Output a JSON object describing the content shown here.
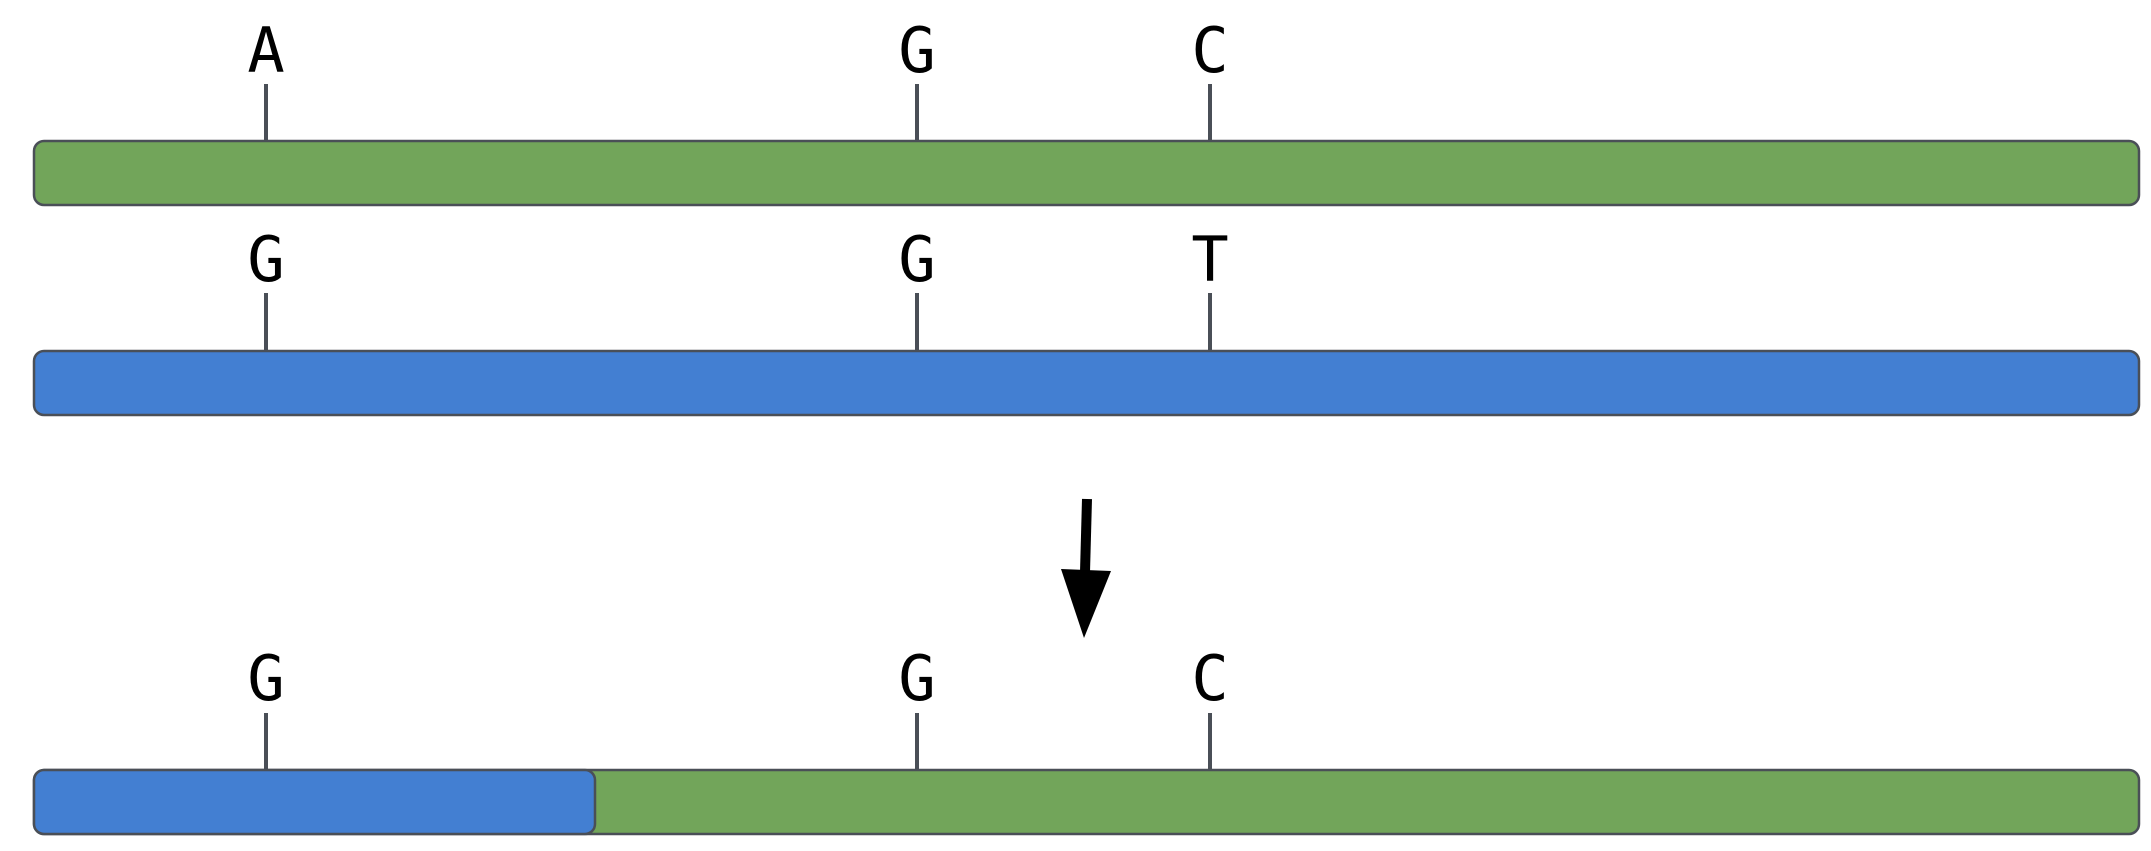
{
  "colors": {
    "parent_a": "#72a55a",
    "parent_b": "#437fd2",
    "outline": "#4a4f57",
    "marker_tick": "#4a4f57",
    "arrow": "#000000"
  },
  "chromosomes": {
    "parent_a": {
      "markers": [
        "A",
        "G",
        "C"
      ]
    },
    "parent_b": {
      "markers": [
        "G",
        "G",
        "T"
      ]
    },
    "recombinant": {
      "markers": [
        "G",
        "G",
        "C"
      ]
    }
  },
  "arrow_icon": "down-arrow-icon"
}
